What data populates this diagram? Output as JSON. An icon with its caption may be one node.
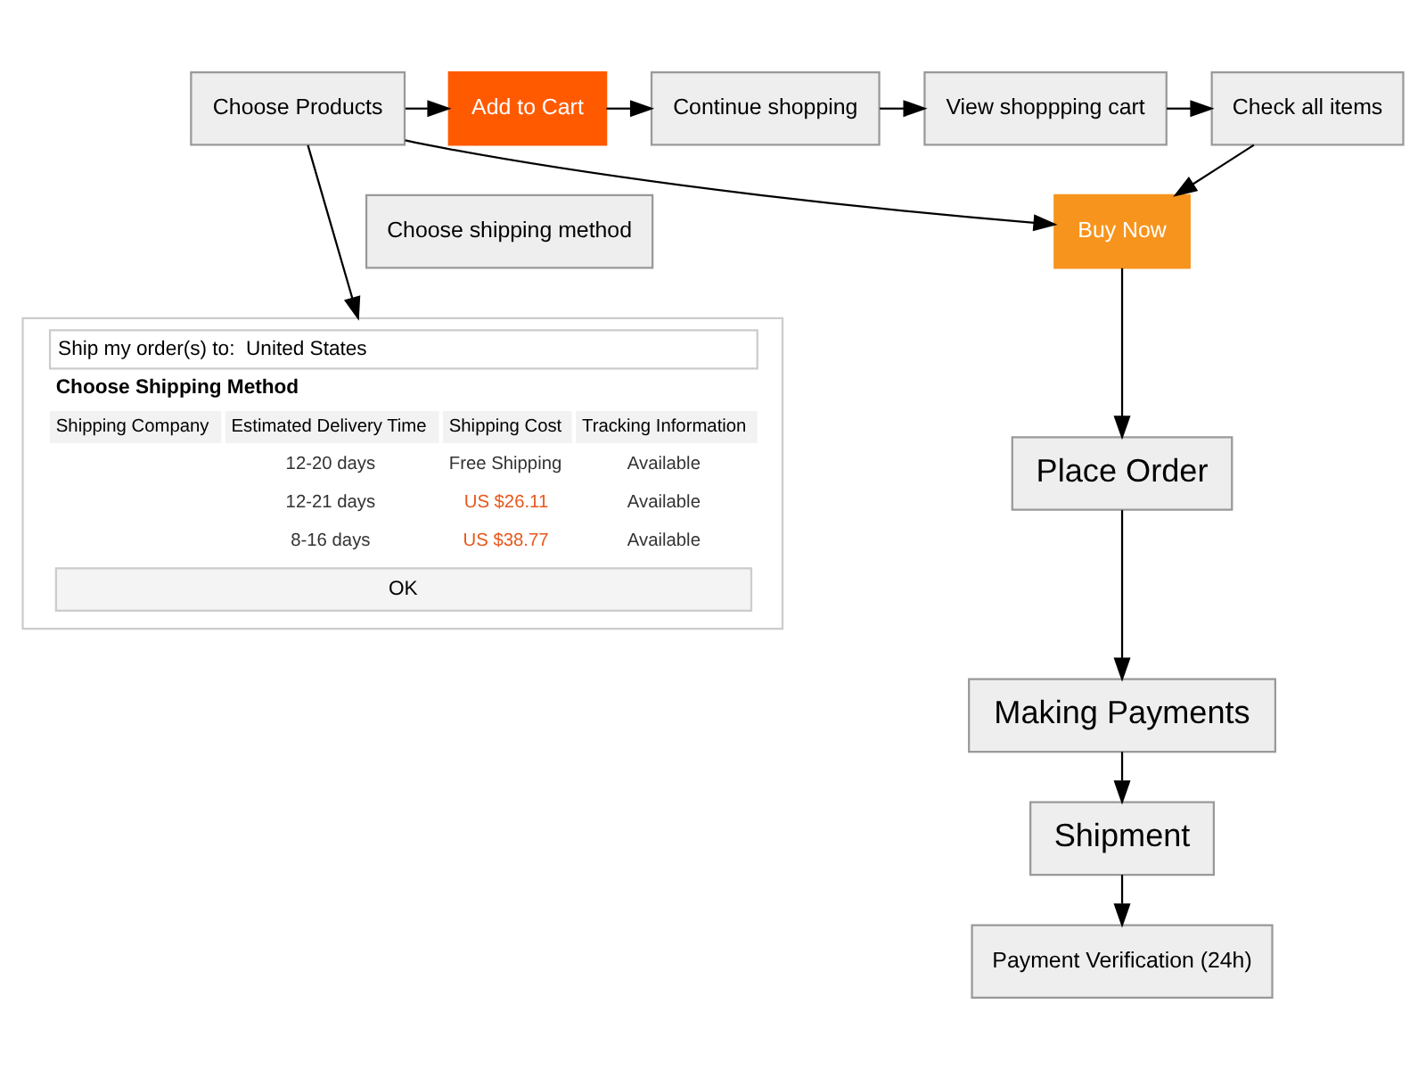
{
  "diagram": {
    "nodes": [
      {
        "text": [
          "Choose Products"
        ]
      },
      {
        "text": [
          "Add to Cart"
        ]
      },
      {
        "text": [
          "Continue shopping"
        ]
      },
      {
        "text": [
          "View shoppping cart"
        ]
      },
      {
        "text": [
          "Check all items"
        ]
      },
      {
        "text": [
          "Buy Now"
        ]
      },
      {
        "text": [
          "Choose shipping method"
        ]
      },
      {
        "text": [
          "Ship my order(s) to:",
          "United States",
          "Choose Shipping Method",
          "Shipping Company",
          "Estimated Delivery Time",
          "Shipping Cost",
          "Tracking Information",
          "12-20 days",
          "Free Shipping",
          "Available",
          "12-21 days",
          "US $26.11",
          "Available",
          "8-16 days",
          "US $38.77",
          "Available",
          "OK"
        ]
      },
      {
        "text": [
          "Place Order"
        ]
      },
      {
        "text": [
          "Making Payments"
        ]
      },
      {
        "text": [
          "Shipment"
        ]
      },
      {
        "text": [
          "Payment Verification (24h)"
        ]
      }
    ],
    "edges": [
      {
        "from": 0,
        "to": 1,
        "arrow": "to"
      },
      {
        "from": 0,
        "to": 5,
        "arrow": "to"
      },
      {
        "from": 1,
        "to": 2,
        "arrow": "to"
      },
      {
        "from": 2,
        "to": 3,
        "arrow": "to"
      },
      {
        "from": 3,
        "to": 4,
        "arrow": "to"
      },
      {
        "from": 4,
        "to": 5,
        "arrow": "to"
      },
      {
        "from": 0,
        "to": 7,
        "arrow": "to"
      },
      {
        "from": 5,
        "to": 8,
        "arrow": "to"
      },
      {
        "from": 8,
        "to": 9,
        "arrow": "to"
      },
      {
        "from": 9,
        "to": 10,
        "arrow": "to"
      },
      {
        "from": 10,
        "to": 11,
        "arrow": "to"
      }
    ]
  }
}
